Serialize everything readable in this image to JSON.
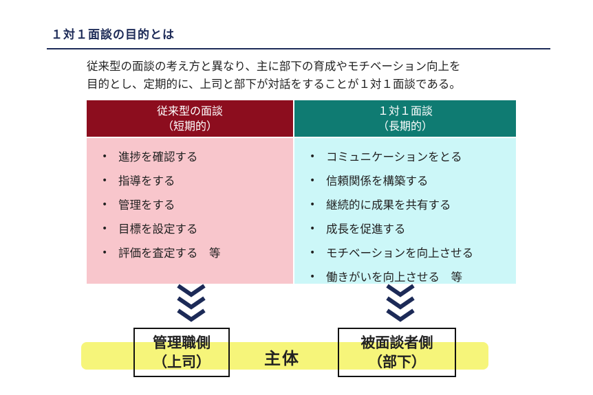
{
  "title": "１対１面談の目的とは",
  "intro": {
    "line1": "従来型の面談の考え方と異なり、主に部下の育成やモチベーション向上を",
    "line2": "目的とし、定期的に、上司と部下が対話をすることが１対１面談である。"
  },
  "left_column": {
    "heading": "従来型の面談",
    "subheading": "（短期的）",
    "items": [
      "進捗を確認する",
      "指導をする",
      "管理をする",
      "目標を設定する",
      "評価を査定する　等"
    ]
  },
  "right_column": {
    "heading": "１対１面談",
    "subheading": "（長期的）",
    "items": [
      "コミュニケーションをとる",
      "信頼関係を構築する",
      "継続的に成果を共有する",
      "成長を促進する",
      "モチベーションを向上させる",
      "働きがいを向上させる　等"
    ]
  },
  "bottom": {
    "left_box": {
      "line1": "管理職側",
      "line2": "（上司）"
    },
    "center_label": "主体",
    "right_box": {
      "line1": "被面談者側",
      "line2": "（部下）"
    }
  },
  "colors": {
    "title": "#1c2a57",
    "left_header": "#8c0d1e",
    "right_header": "#0f7b72",
    "left_body": "#f8c6cc",
    "right_body": "#ccf7f8",
    "band": "#f6f57a",
    "chevron": "#1c2a57"
  },
  "icons": {
    "arrow": "double-chevron-down-icon",
    "bullet": "•"
  }
}
